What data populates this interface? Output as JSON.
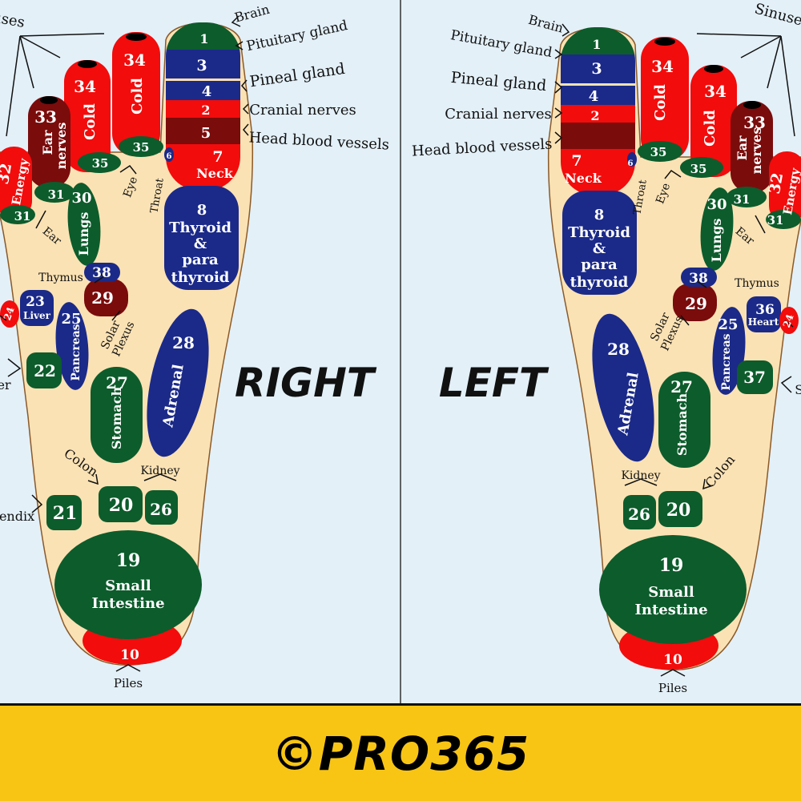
{
  "footer": {
    "copyright": "©PRO365"
  },
  "right_foot": {
    "title": "RIGHT",
    "zones": {
      "z1": "1",
      "z3": "3",
      "z4": "4",
      "z2": "2",
      "z5": "5",
      "z7": "7",
      "neck": "Neck",
      "z6": "6",
      "z8": "8",
      "thyroid": "Thyroid",
      "amp": "&",
      "para": "para",
      "thyroid2": "thyroid",
      "z34a": "34",
      "cold_a": "Cold",
      "z34b": "34",
      "cold_b": "Cold",
      "z33": "33",
      "ear": "Ear",
      "nerves": "nerves",
      "z32": "32",
      "energy": "Energy",
      "z35a": "35",
      "z35b": "35",
      "z31a": "31",
      "z31b": "31",
      "z30": "30",
      "lungs": "Lungs",
      "z38": "38",
      "z29": "29",
      "z23": "23",
      "liver": "Liver",
      "z24": "24",
      "z25": "25",
      "pancreas": "Pancreas",
      "z22": "22",
      "z28": "28",
      "adrenal": "Adrenal",
      "z27": "27",
      "stomach": "Stomach",
      "z20": "20",
      "z26": "26",
      "z21": "21",
      "z19": "19",
      "small": "Small",
      "intestine": "Intestine",
      "z10": "10"
    },
    "labels": {
      "sinuses": "Sinuses",
      "brain": "Brain",
      "pituitary": "Pituitary gland",
      "pineal": "Pineal gland",
      "cranial": "Cranial nerves",
      "head_blood": "Head blood vessels",
      "ear": "Ear",
      "eye": "Eye",
      "throat": "Throat",
      "thymus": "Thymus",
      "solar": "Solar",
      "plexus": "Plexus",
      "bladder_fragment": "er",
      "appendix": "Appendix",
      "colon": "Colon",
      "kidney": "Kidney",
      "piles": "Piles"
    }
  },
  "left_foot": {
    "title": "LEFT",
    "zones": {
      "z1": "1",
      "z3": "3",
      "z4": "4",
      "z2": "2",
      "z7": "7",
      "neck": "Neck",
      "z6": "6",
      "z8": "8",
      "thyroid": "Thyroid",
      "amp": "&",
      "para": "para",
      "thyroid2": "thyroid",
      "z34a": "34",
      "cold_a": "Cold",
      "z34b": "34",
      "cold_b": "Cold",
      "z33": "33",
      "ear": "Ear",
      "nerves": "nerves",
      "z32": "32",
      "energy": "Energy",
      "z35a": "35",
      "z35b": "35",
      "z31a": "31",
      "z31b": "31",
      "z30": "30",
      "lungs": "Lungs",
      "z38": "38",
      "z29": "29",
      "z36": "36",
      "heart": "Heart",
      "z24": "24",
      "z25": "25",
      "pancreas": "Pancreas",
      "z37": "37",
      "z28": "28",
      "adrenal": "Adrenal",
      "z27": "27",
      "stomach": "Stomach",
      "z26": "26",
      "z20": "20",
      "z19": "19",
      "small": "Small",
      "intestine": "Intestine",
      "z10": "10"
    },
    "labels": {
      "sinuses": "Sinuses",
      "brain": "Brain",
      "pituitary": "Pituitary gland",
      "pineal": "Pineal gland",
      "cranial": "Cranial nerves",
      "head_blood": "Head blood vessels",
      "ear": "Ear",
      "eye": "Eye",
      "throat": "Throat",
      "thymus": "Thymus",
      "solar": "Solar",
      "plexus": "Plexus",
      "spleen": "Spleen",
      "colon": "Colon",
      "kidney": "Kidney",
      "piles": "Piles"
    }
  },
  "colors": {
    "background": "#e3f0f8",
    "foot": "#fbe2b4",
    "red": "#f20c0c",
    "dark_red": "#7a0c0c",
    "green": "#0d5c2c",
    "blue": "#1b2a88",
    "footer": "#f8c514"
  }
}
